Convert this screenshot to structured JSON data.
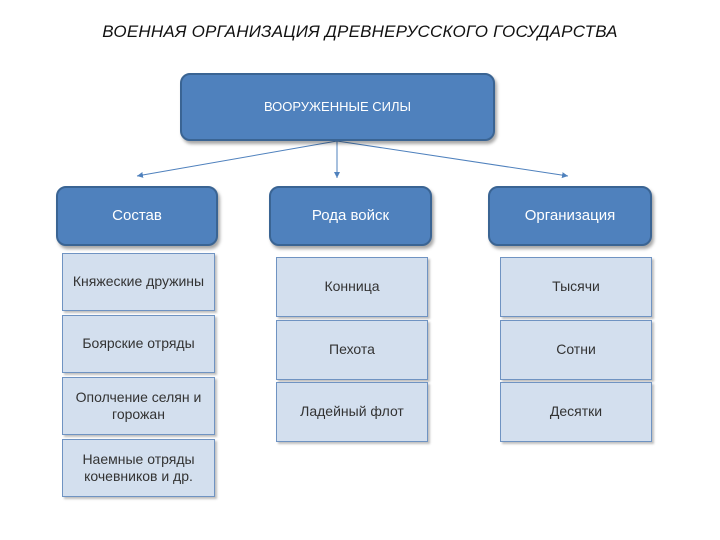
{
  "title": "ВОЕННАЯ ОРГАНИЗАЦИЯ ДРЕВНЕРУССКОГО ГОСУДАРСТВА",
  "root": "ВООРУЖЕННЫЕ СИЛЫ",
  "columns": [
    {
      "header": "Состав",
      "items": [
        "Княжеские дружины",
        "Боярские отряды",
        "Ополчение селян и горожан",
        "Наемные отряды кочевников и др."
      ]
    },
    {
      "header": "Рода войск",
      "items": [
        "Конница",
        "Пехота",
        "Ладейный флот"
      ]
    },
    {
      "header": "Организация",
      "items": [
        "Тысячи",
        "Сотни",
        "Десятки"
      ]
    }
  ],
  "colors": {
    "dark_box": "#4f81bd",
    "light_box": "#d3dfee",
    "connector": "#4f81bd"
  }
}
